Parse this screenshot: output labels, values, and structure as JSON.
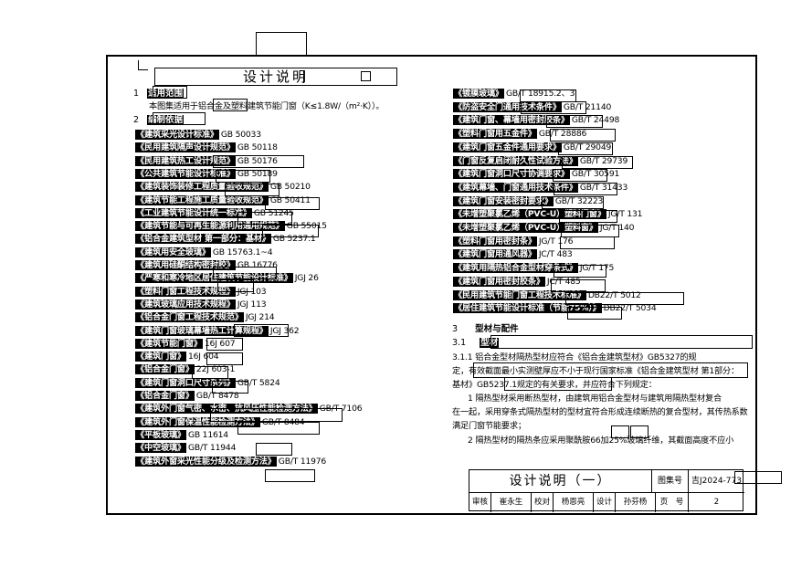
{
  "title": "设计说明",
  "section1": {
    "heading_num": "1",
    "heading": "适用范围",
    "text": "本图集适用于铝合金及塑料建筑节能门窗（K≤1.8W/（m²·K））。"
  },
  "section2": {
    "heading_num": "2",
    "heading": "编制依据"
  },
  "left_refs": [
    {
      "name": "《建筑采光设计标准》",
      "code": "GB 50033"
    },
    {
      "name": "《民用建筑隔声设计规范》",
      "code": "GB 50118"
    },
    {
      "name": "《民用建筑热工设计规范》",
      "code": "GB 50176"
    },
    {
      "name": "《公共建筑节能设计标准》",
      "code": "GB 50189"
    },
    {
      "name": "《建筑装饰装修工程质量验收规范》",
      "code": "GB 50210"
    },
    {
      "name": "《建筑节能工程施工质量验收规范》",
      "code": "GB 50411"
    },
    {
      "name": "《工业建筑节能设计统一标准》",
      "code": "GB 51245"
    },
    {
      "name": "《建筑节能与可再生能源利用通用规范》",
      "code": "GB 55015"
    },
    {
      "name": "《铝合金建筑型材 第一部分：基材》",
      "code": "GB 5237.1"
    },
    {
      "name": "《建筑用安全玻璃》",
      "code": "GB 15763.1~4"
    },
    {
      "name": "《建筑用硅酮结构密封胶》",
      "code": "GB 16776"
    },
    {
      "name": "《严寒和寒冷地区居住建筑节能设计标准》",
      "code": "JGJ 26"
    },
    {
      "name": "《塑料门窗工程技术规程》",
      "code": "JGJ 103"
    },
    {
      "name": "《建筑玻璃应用技术规程》",
      "code": "JGJ 113"
    },
    {
      "name": "《铝合金门窗工程技术规范》",
      "code": "JGJ 214"
    },
    {
      "name": "《建筑门窗玻璃幕墙热工计算规程》",
      "code": "JGJ 362"
    },
    {
      "name": "《建筑节能门窗》",
      "code": "16J 607"
    },
    {
      "name": "《建筑门窗》",
      "code": "16J 604"
    },
    {
      "name": "《铝合金门窗》",
      "code": "22J 603-1"
    },
    {
      "name": "《建筑门窗洞口尺寸系列》",
      "code": "GB/T 5824"
    },
    {
      "name": "《铝合金门窗》",
      "code": "GB/T 8478"
    },
    {
      "name": "《建筑外门窗气密、水密、抗风压性能检测方法》",
      "code": "GB/T 7106"
    },
    {
      "name": "《建筑外门窗保温性能检测方法》",
      "code": "GB/T 8484"
    },
    {
      "name": "《平板玻璃》",
      "code": "GB 11614"
    },
    {
      "name": "《中空玻璃》",
      "code": "GB/T 11944"
    },
    {
      "name": "《建筑外窗采光性能分级及检测方法》",
      "code": "GB/T 11976"
    }
  ],
  "right_refs": [
    {
      "name": "《镀膜玻璃》",
      "code": "GB/T 18915.2、3"
    },
    {
      "name": "《防盗安全门通用技术条件》",
      "code": "GB/T 21140"
    },
    {
      "name": "《建筑门窗、幕墙用密封胶条》",
      "code": "GB/T 24498"
    },
    {
      "name": "《塑料门窗用五金件》",
      "code": "GB/T 28886"
    },
    {
      "name": "《建筑门窗五金件通用要求》",
      "code": "GB/T 29049"
    },
    {
      "name": "《门窗反复启闭耐久性试验方法》",
      "code": "GB/T 29739"
    },
    {
      "name": "《建筑门窗洞口尺寸协调要求》",
      "code": "GB/T 30591"
    },
    {
      "name": "《建筑幕墙、门窗通用技术条件》",
      "code": "GB/T 31433"
    },
    {
      "name": "《建筑门窗安装密封要求》",
      "code": "GB/T 32223"
    },
    {
      "name": "《未增塑聚氯乙烯（PVC-U）塑料门窗》",
      "code": "JG/T 131"
    },
    {
      "name": "《未增塑聚氯乙烯（PVC-U）塑料窗》",
      "code": "JG/T 140"
    },
    {
      "name": "《塑料门窗用密封条》",
      "code": "JG/T 176"
    },
    {
      "name": "《建筑门窗用通风器》",
      "code": "JC/T 483"
    },
    {
      "name": "《建筑用隔热铝合金型材穿条式》",
      "code": "JG/T 175"
    },
    {
      "name": "《建筑门窗用密封胶条》",
      "code": "JC/T 485"
    },
    {
      "name": "《民用建筑节能门窗工程技术标准》",
      "code": "DB22/T 5012"
    },
    {
      "name": "《居住建筑节能设计标准（节能75%）》",
      "code": "DB22/T 5034"
    }
  ],
  "section3": {
    "heading_num": "3",
    "heading": "型材与配件",
    "sub_num": "3.1",
    "sub_heading": "型材",
    "p1": [
      "3.1.1  铝合金型材隔热型材应符合《铝合金建筑型材》GB5327的规",
      "定，有效截面最小实测壁厚应不小于现行国家标准《铝合金建筑型材 第1部分：",
      "基材》GB5237.1规定的有关要求，并应符合下列规定："
    ],
    "p2": [
      "1  隔热型材采用断热型材，由建筑用铝合金型材与建筑用隔热型材复合",
      "在一起，采用穿条式隔热型材的型材宜符合形成连续断热的复合型材，其传热系数",
      "满足门窗节能要求；"
    ],
    "p3": "2  隔热型材的隔热条应采用聚酰胺66加25%玻璃纤维，其截面高度不应小"
  },
  "title_block": {
    "drawing_name": "设计说明（一）",
    "atlas_label": "图集号",
    "atlas_no": "吉J2024-773",
    "review_label": "审核",
    "review_name": "崔永生",
    "check_label": "校对",
    "check_name": "杨恩亮",
    "design_label": "设计",
    "design_name": "孙芬杨",
    "page_label": "页　号",
    "page_no": "2"
  }
}
